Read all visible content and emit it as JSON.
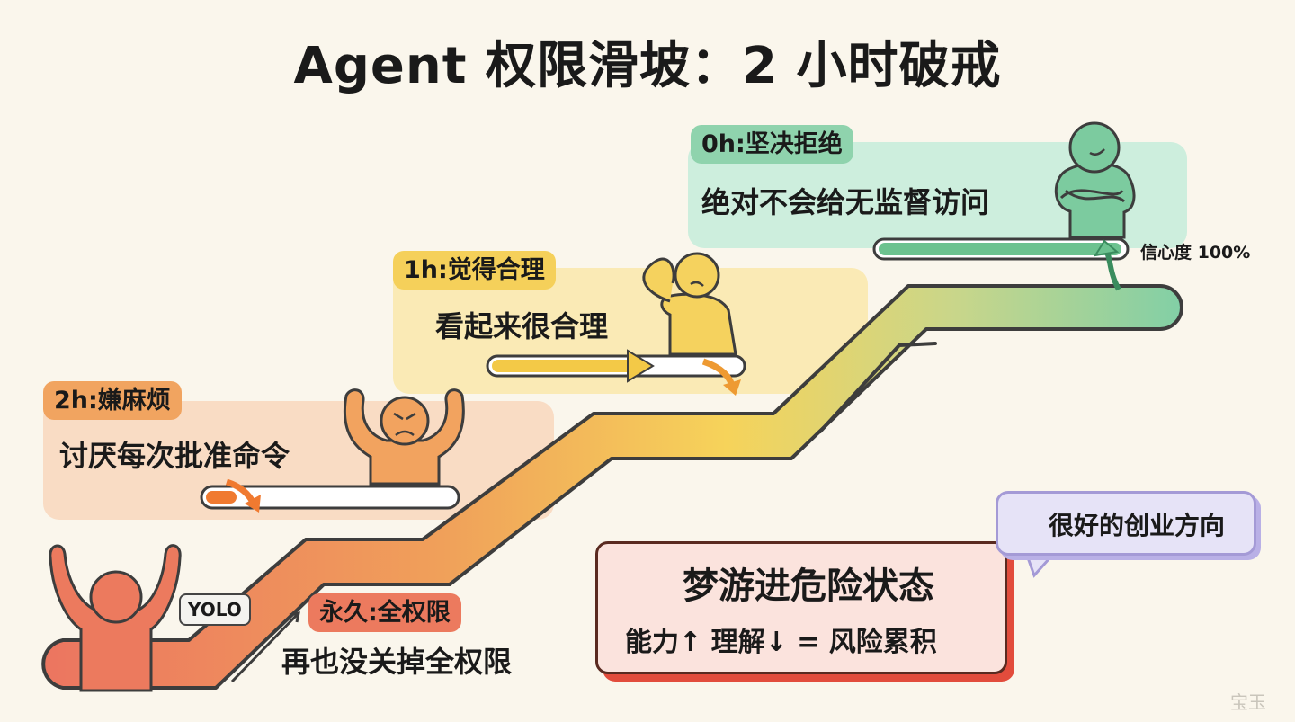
{
  "title": "Agent 权限滑坡：2 小时破戒",
  "colors": {
    "background": "#faf6ec",
    "stage_0h": "#7ccb9f",
    "stage_1h": "#f5d25e",
    "stage_2h": "#f0a05a",
    "stage_forever": "#ec7a5e",
    "warning_red": "#e24c3c",
    "bubble_purple": "#a49ad6"
  },
  "stages": [
    {
      "tag": "0h:坚决拒绝",
      "description": "绝对不会给无监督访问",
      "confidence_label": "信心度 100%",
      "progress": 1.0,
      "figure": "arms-crossed-confident"
    },
    {
      "tag": "1h:觉得合理",
      "description": "看起来很合理",
      "progress": 0.6,
      "figure": "head-scratching-uncertain"
    },
    {
      "tag": "2h:嫌麻烦",
      "description": "讨厌每次批准命令",
      "progress": 0.12,
      "figure": "arms-up-angry"
    },
    {
      "tag": "永久:全权限",
      "description": "再也没关掉全权限",
      "figure": "arms-raised-yolo",
      "speech": "YOLO"
    }
  ],
  "warning": {
    "icon": "warning-triangle-icon",
    "title": "梦游进危险状态",
    "subtitle": "能力↑ 理解↓ = 风险累积"
  },
  "idea_bubble": {
    "icon": "lightbulb-icon",
    "text": "很好的创业方向"
  },
  "watermark": "宝玉"
}
